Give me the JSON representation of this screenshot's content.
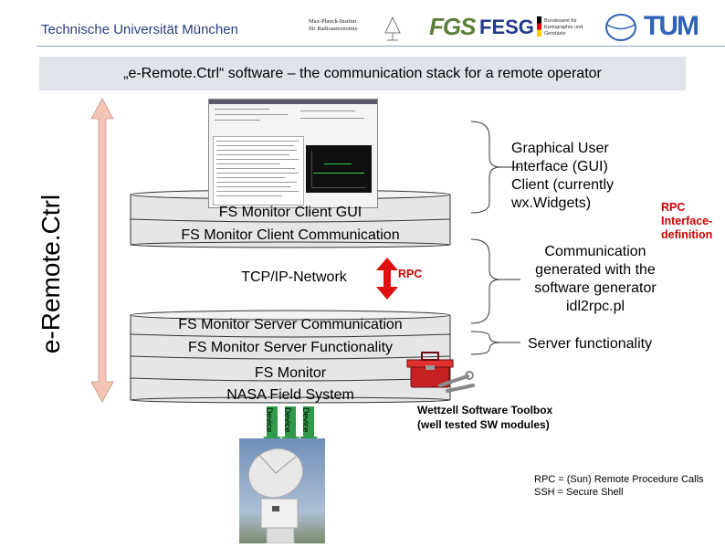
{
  "header": {
    "university": "Technische Universität München",
    "logo_mpi_line1": "Max-Planck-Institut",
    "logo_mpi_line2": "für Radioastronomie",
    "logo_fgs": "FGS",
    "logo_fesg": "FESG",
    "logo_bkg_line1": "Bundesamt für",
    "logo_bkg_line2": "Kartographie und Geodäsie",
    "logo_tum": "TUM"
  },
  "banner": {
    "title": "„e-Remote.Ctrl“ software – the communication stack for a remote operator"
  },
  "side_label": "e-Remote.Ctrl",
  "stack": {
    "client_gui": "FS Monitor Client GUI",
    "client_comm": "FS Monitor Client Communication",
    "network": "TCP/IP-Network",
    "rpc": "RPC",
    "server_comm": "FS Monitor Server Communication",
    "server_func": "FS Monitor Server Functionality",
    "fs_monitor": "FS Monitor",
    "field_system": "NASA Field System",
    "devices": [
      "Device",
      "Device",
      "Device"
    ]
  },
  "annotations": {
    "gui_line1": "Graphical User",
    "gui_line2": "Interface (GUI)",
    "gui_line3": "Client (currently",
    "gui_line4": "wx.Widgets)",
    "rpc_line1": "RPC",
    "rpc_line2": "Interface-",
    "rpc_line3": "definition",
    "comm_line1": "Communication",
    "comm_line2": "generated with the",
    "comm_line3": "software generator",
    "comm_line4": "idl2rpc.pl",
    "server": "Server functionality",
    "toolbox_line1": "Wettzell Software Toolbox",
    "toolbox_line2": "(well tested SW modules)"
  },
  "legend": {
    "rpc": "RPC = (Sun) Remote Procedure Calls",
    "ssh": "SSH = Secure Shell"
  },
  "colors": {
    "header_text": "#2a3d80",
    "banner_bg": "#dfe3ea",
    "disk": "#e6e6e6",
    "rpc_arrow": "#e01010",
    "double_arrow": "#f4c4b4",
    "device_arrow": "#2f9a4a",
    "toolbox": "#c62020"
  }
}
